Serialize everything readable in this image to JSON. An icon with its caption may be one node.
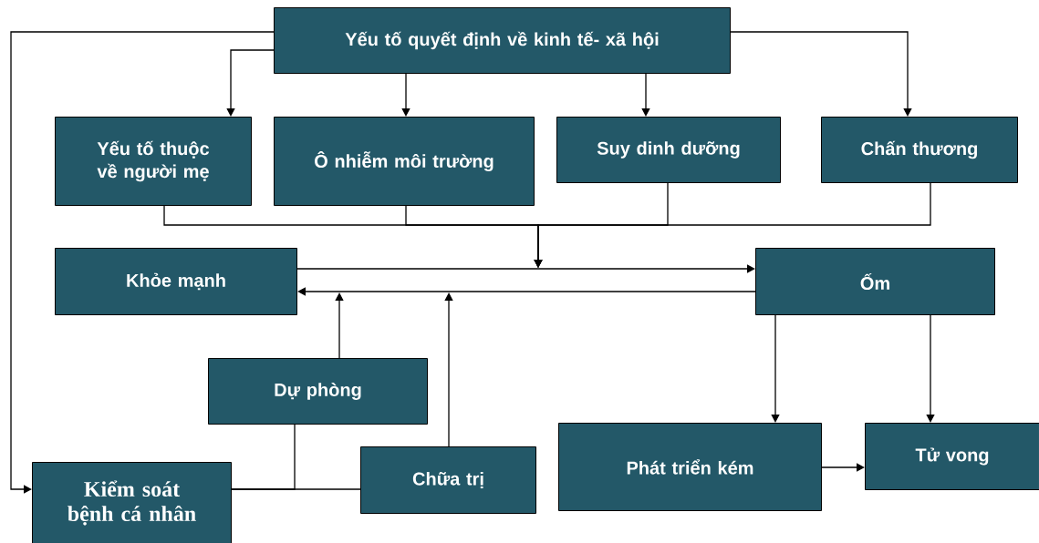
{
  "diagram": {
    "nodes": [
      {
        "text": [
          "Yếu tố quyết định về kinh tế- xã hội"
        ]
      },
      {
        "text": [
          "Yếu tố thuộc về người mẹ"
        ]
      },
      {
        "text": [
          "Ô nhiễm môi trường"
        ]
      },
      {
        "text": [
          "Suy dinh dưỡng"
        ]
      },
      {
        "text": [
          "Chấn thương"
        ]
      },
      {
        "text": [
          "Khỏe mạnh"
        ]
      },
      {
        "text": [
          "Ốm"
        ]
      },
      {
        "text": [
          "Dự phòng"
        ]
      },
      {
        "text": [
          "Chữa trị"
        ]
      },
      {
        "text": [
          "Kiểm soát bệnh cá nhân"
        ]
      },
      {
        "text": [
          "Phát triển kém"
        ]
      },
      {
        "text": [
          "Tử vong"
        ]
      }
    ],
    "edges": [
      {
        "from": 0,
        "to": 1,
        "arrow": "to"
      },
      {
        "from": 0,
        "to": 2,
        "arrow": "to"
      },
      {
        "from": 0,
        "to": 3,
        "arrow": "to"
      },
      {
        "from": 0,
        "to": 4,
        "arrow": "to"
      },
      {
        "from": 0,
        "to": 9,
        "arrow": "to"
      },
      {
        "from": 1,
        "to": null,
        "arrow": "to"
      },
      {
        "from": 2,
        "to": null,
        "arrow": "to"
      },
      {
        "from": 3,
        "to": null,
        "arrow": "to"
      },
      {
        "from": 4,
        "to": null,
        "arrow": "to"
      },
      {
        "from": 5,
        "to": 6,
        "arrow": "to"
      },
      {
        "from": 6,
        "to": 5,
        "arrow": "to"
      },
      {
        "from": 7,
        "to": null,
        "arrow": "to"
      },
      {
        "from": 8,
        "to": null,
        "arrow": "to"
      },
      {
        "from": 9,
        "to": 7,
        "arrow": "none"
      },
      {
        "from": 9,
        "to": 8,
        "arrow": "none"
      },
      {
        "from": 6,
        "to": 10,
        "arrow": "to"
      },
      {
        "from": 6,
        "to": 11,
        "arrow": "to"
      },
      {
        "from": 10,
        "to": 11,
        "arrow": "to"
      }
    ]
  }
}
